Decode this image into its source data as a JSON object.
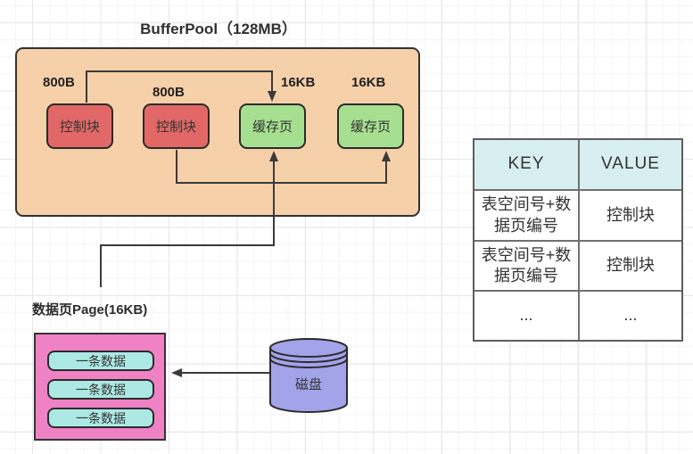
{
  "bufferpool": {
    "title": "BufferPool（128MB）",
    "blocks": [
      {
        "size": "800B",
        "label": "控制块",
        "type": "control"
      },
      {
        "size": "800B",
        "label": "控制块",
        "type": "control"
      },
      {
        "size": "16KB",
        "label": "缓存页",
        "type": "cache"
      },
      {
        "size": "16KB",
        "label": "缓存页",
        "type": "cache"
      }
    ]
  },
  "data_page": {
    "label": "数据页Page(16KB)",
    "rows": [
      "一条数据",
      "一条数据",
      "一条数据"
    ]
  },
  "disk": {
    "label": "磁盘"
  },
  "kv_table": {
    "headers": [
      "KEY",
      "VALUE"
    ],
    "rows": [
      {
        "key": "表空间号+数据页编号",
        "value": "控制块"
      },
      {
        "key": "表空间号+数据页编号",
        "value": "控制块"
      },
      {
        "key": "...",
        "value": "..."
      }
    ]
  },
  "colors": {
    "pool_fill": "#f6d0a9",
    "control_block_fill": "#e26868",
    "cache_page_fill": "#a6df90",
    "data_page_fill": "#ef82c4",
    "data_row_fill": "#ace9e4",
    "disk_fill": "#a3a3ea",
    "table_header_fill": "#d7eff1",
    "line": "#3a3a3a"
  }
}
